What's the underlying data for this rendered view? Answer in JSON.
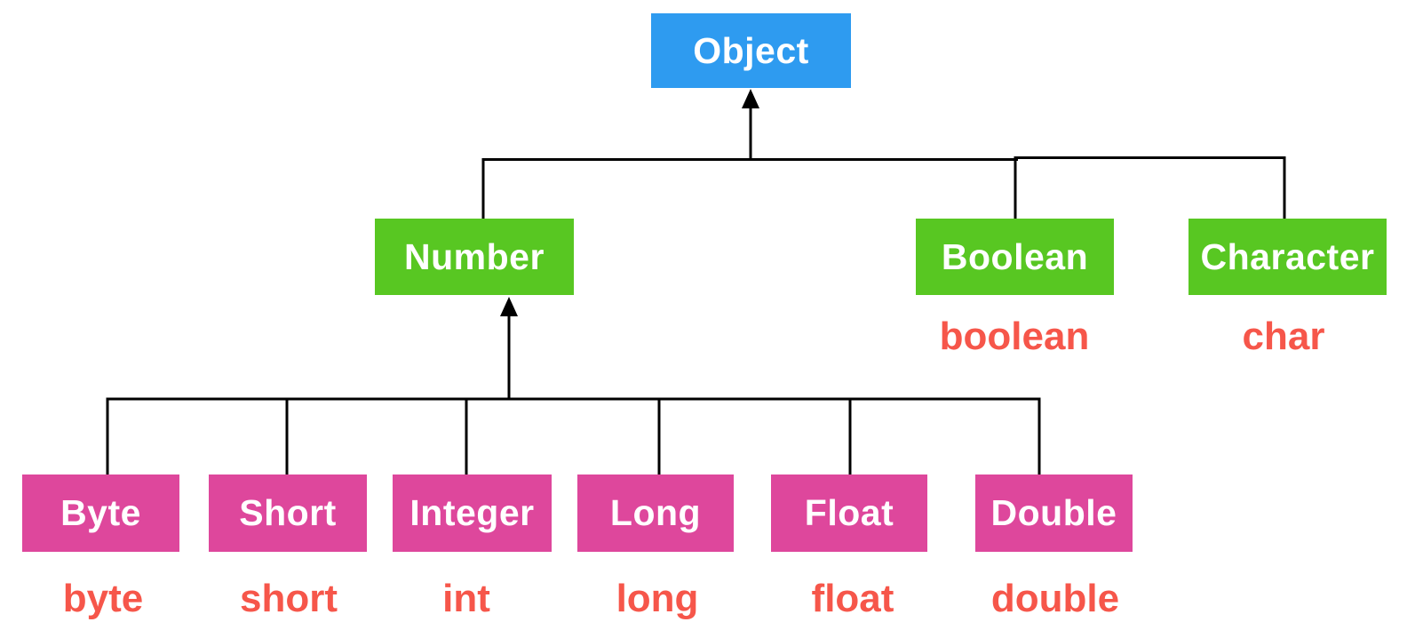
{
  "colors": {
    "root-fill": "#2E9BF0",
    "wrapper-fill": "#58C722",
    "numeric-fill": "#DE479C",
    "primitive-text": "#F6564A",
    "line": "#000000",
    "box-text": "#FFFFFF",
    "background": "#FFFFFF"
  },
  "diagram": {
    "type": "class-hierarchy-tree",
    "root": {
      "label": "Object"
    },
    "wrappers": [
      {
        "label": "Number"
      },
      {
        "label": "Boolean",
        "primitive": "boolean"
      },
      {
        "label": "Character",
        "primitive": "char"
      }
    ],
    "numeric_wrappers": [
      {
        "label": "Byte",
        "primitive": "byte"
      },
      {
        "label": "Short",
        "primitive": "short"
      },
      {
        "label": "Integer",
        "primitive": "int"
      },
      {
        "label": "Long",
        "primitive": "long"
      },
      {
        "label": "Float",
        "primitive": "float"
      },
      {
        "label": "Double",
        "primitive": "double"
      }
    ]
  }
}
